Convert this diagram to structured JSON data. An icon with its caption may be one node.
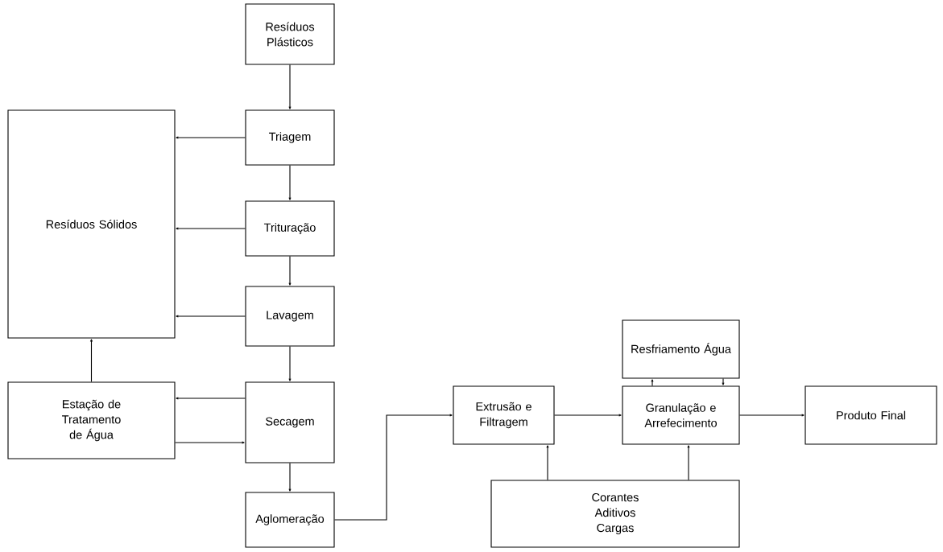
{
  "diagram": {
    "nodes": [
      {
        "text": [
          "Resíduos Plásticos"
        ]
      },
      {
        "text": [
          "Triagem"
        ]
      },
      {
        "text": [
          "Trituração"
        ]
      },
      {
        "text": [
          "Resíduos Sólidos"
        ]
      },
      {
        "text": [
          "Lavagem"
        ]
      },
      {
        "text": [
          "Estação de Tratamento de Água"
        ]
      },
      {
        "text": [
          "Secagem"
        ]
      },
      {
        "text": [
          "Aglomeração"
        ]
      },
      {
        "text": [
          "Extrusão e Filtragem"
        ]
      },
      {
        "text": [
          "Resfriamento Água"
        ]
      },
      {
        "text": [
          "Granulação e Arrefecimento"
        ]
      },
      {
        "text": [
          "Produto Final"
        ]
      },
      {
        "text": [
          "Corantes Aditivos Cargas"
        ]
      }
    ],
    "edges": [
      {
        "from": 0,
        "to": 1,
        "arrow": "to"
      },
      {
        "from": 1,
        "to": 3,
        "arrow": "to"
      },
      {
        "from": 1,
        "to": 2,
        "arrow": "to"
      },
      {
        "from": 2,
        "to": 3,
        "arrow": "to"
      },
      {
        "from": 2,
        "to": 4,
        "arrow": "to"
      },
      {
        "from": 4,
        "to": 3,
        "arrow": "to"
      },
      {
        "from": 4,
        "to": 6,
        "arrow": "to"
      },
      {
        "from": 5,
        "to": 3,
        "arrow": "to"
      },
      {
        "from": 6,
        "to": 5,
        "arrow": "to"
      },
      {
        "from": 5,
        "to": 6,
        "arrow": "to"
      },
      {
        "from": 6,
        "to": 7,
        "arrow": "to"
      },
      {
        "from": 7,
        "to": 8,
        "arrow": "to"
      },
      {
        "from": 8,
        "to": 10,
        "arrow": "to"
      },
      {
        "from": 10,
        "to": 9,
        "arrow": "to"
      },
      {
        "from": 9,
        "to": 10,
        "arrow": "to"
      },
      {
        "from": 10,
        "to": 11,
        "arrow": "to"
      },
      {
        "from": 12,
        "to": 8,
        "arrow": "to"
      },
      {
        "from": 12,
        "to": 10,
        "arrow": "to"
      }
    ]
  }
}
